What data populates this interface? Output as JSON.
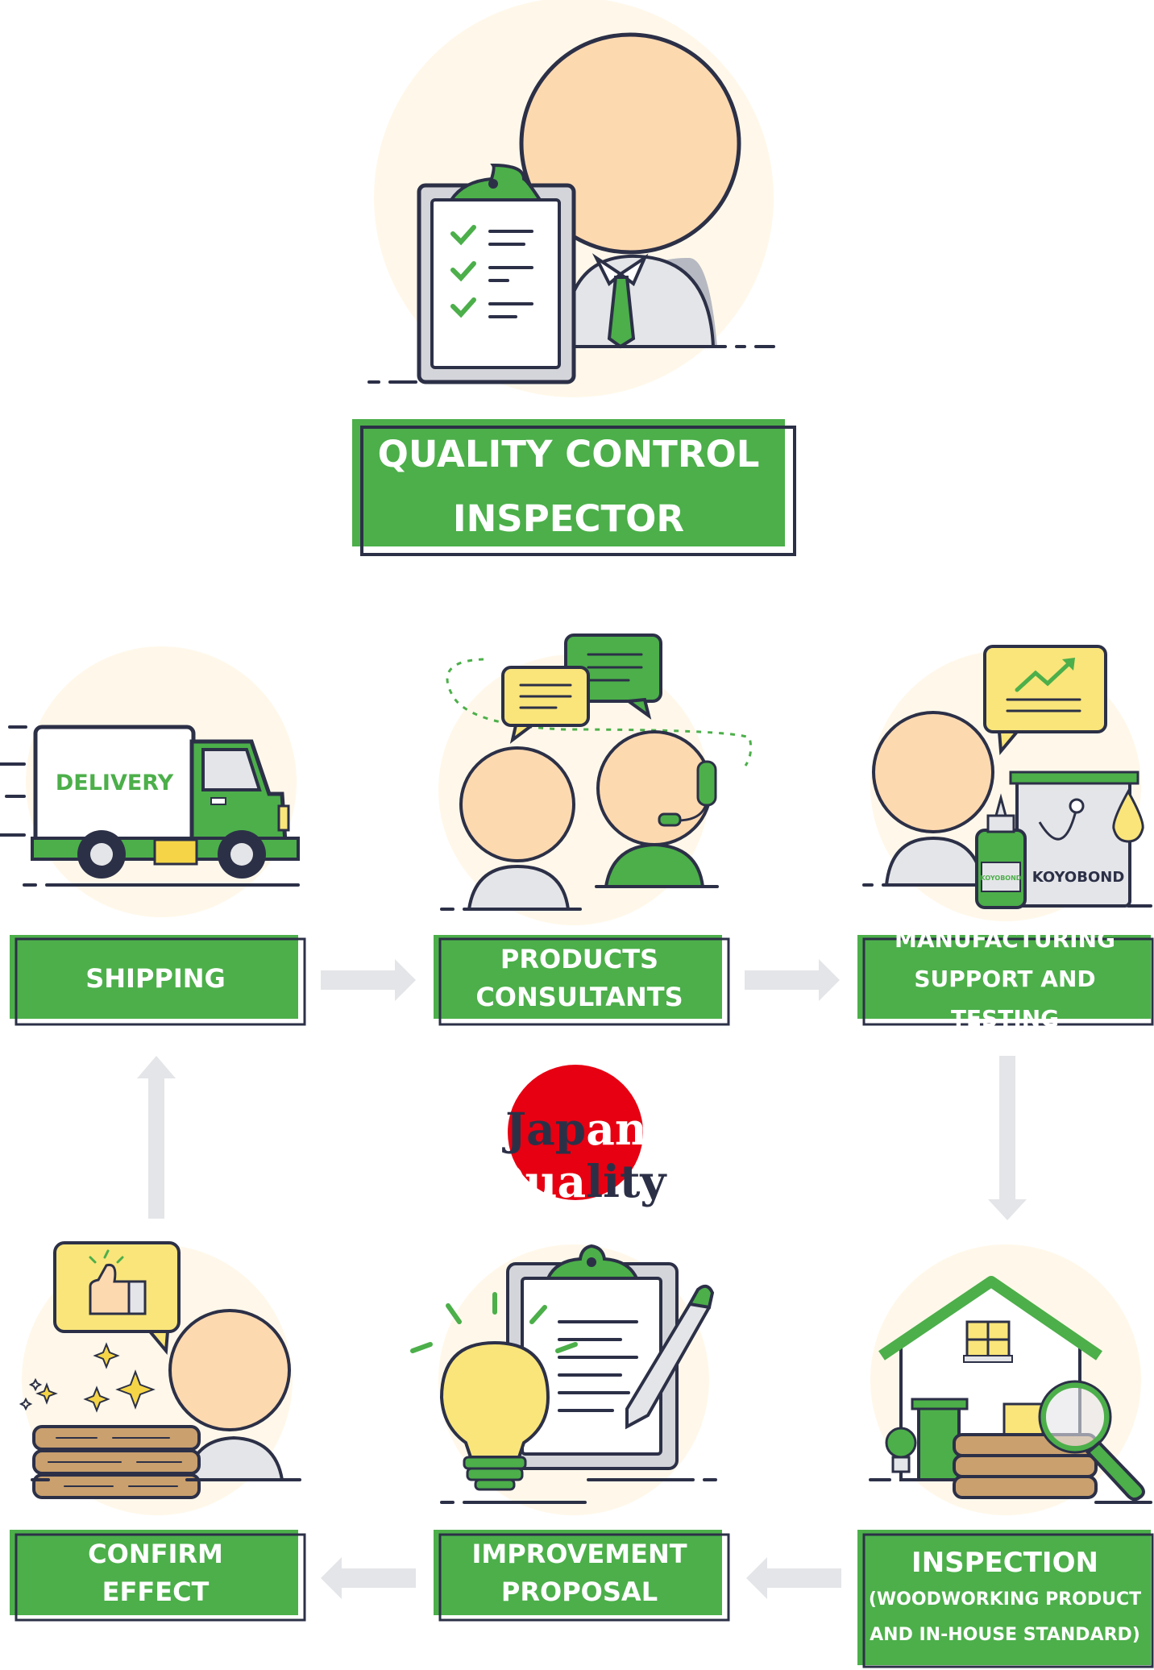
{
  "top": {
    "title_line1": "QUALITY CONTROL",
    "title_line2": "INSPECTOR"
  },
  "steps": {
    "shipping": {
      "line1": "SHIPPING",
      "truck_text": "DELIVERY"
    },
    "products_consultants": {
      "line1": "PRODUCTS",
      "line2": "CONSULTANTS"
    },
    "manufacturing": {
      "line1": "MANUFACTURING",
      "line2": "SUPPORT AND TESTING",
      "can_label": "KOYOBOND",
      "bottle_label": "KOYOBOND"
    },
    "inspection": {
      "line1": "INSPECTION",
      "line2": "(WOODWORKING PRODUCT",
      "line3": "AND IN-HOUSE STANDARD)"
    },
    "improvement": {
      "line1": "IMPROVEMENT",
      "line2": "PROPOSAL"
    },
    "confirm": {
      "line1": "CONFIRM",
      "line2": "EFFECT"
    }
  },
  "center": {
    "part1": "Jap",
    "part2": "an Qua",
    "part3": "lity"
  },
  "colors": {
    "green": "#4caf4a",
    "navy": "#2c3047",
    "skin": "#fdd9b0",
    "grey": "#e4e5e8",
    "yellow": "#f9e57a",
    "red": "#e60012",
    "cream": "#fff8ea",
    "wood": "#c9a06e"
  }
}
